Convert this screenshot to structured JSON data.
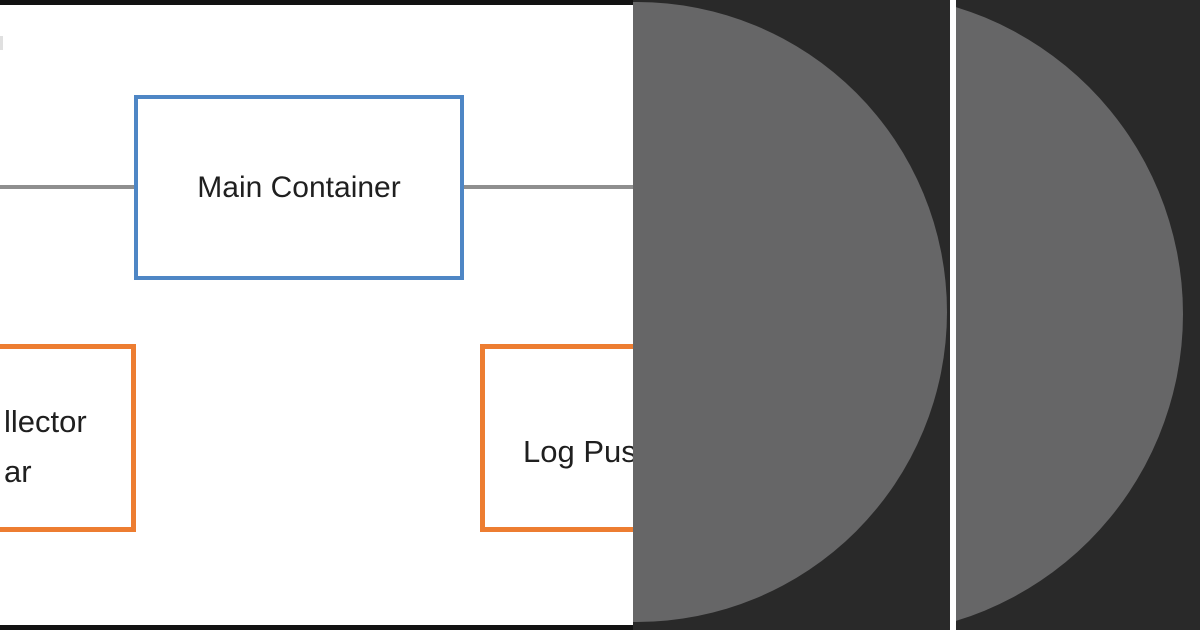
{
  "card": {
    "diagram": {
      "main_container_box": {
        "label": "Main Container"
      },
      "collector_box": {
        "line1": "llector",
        "line2": "ar"
      },
      "pusher_box": {
        "label": "Log Pus"
      }
    },
    "colors": {
      "background": "#ffffff",
      "frame_bar_black": "#121212",
      "connector_gray": "#8f8f8f",
      "main_box_border_blue": "#4e86c5",
      "sidecar_box_border_orange": "#ed7d31",
      "panel_background_dark": "#292929",
      "panel_circle_gray": "#666667",
      "text": "#1f1f1f"
    }
  }
}
